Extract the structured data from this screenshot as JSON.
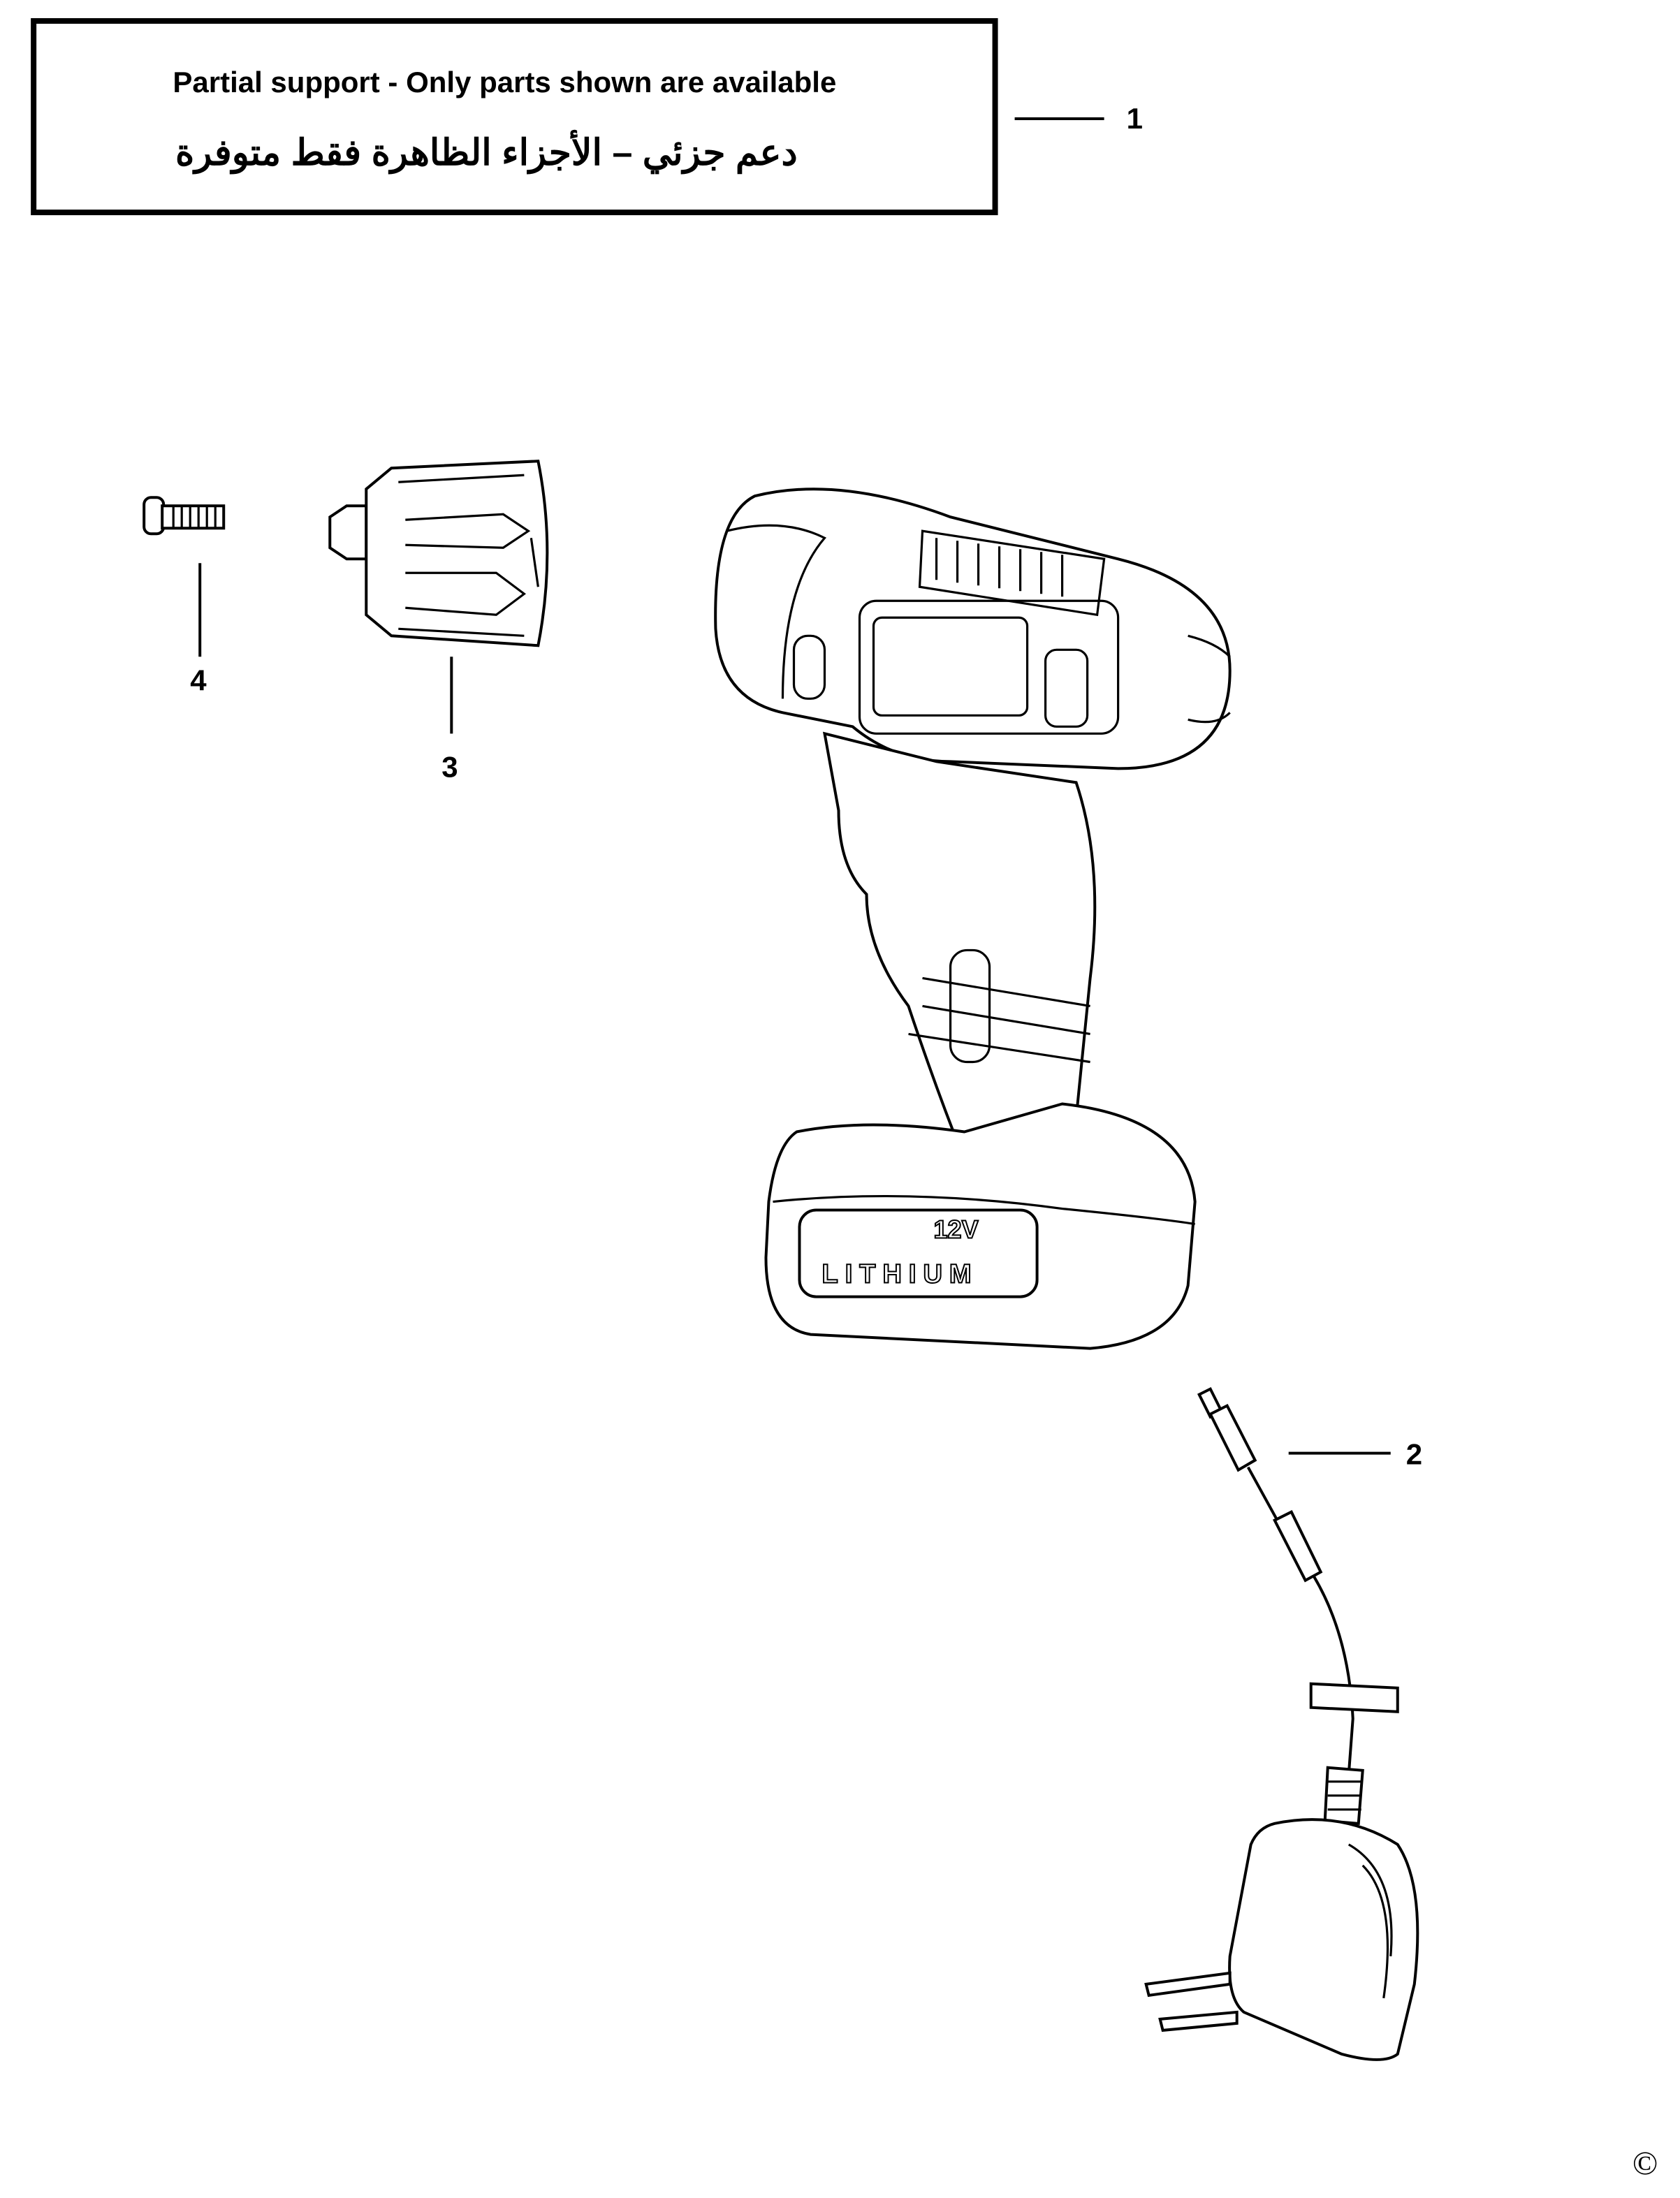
{
  "notice": {
    "english": "Partial support - Only parts shown are available",
    "arabic": "دعم جزئي – الأجزاء الظاهرة فقط متوفرة"
  },
  "callouts": [
    {
      "number": "1",
      "part": "notice"
    },
    {
      "number": "2",
      "part": "charger"
    },
    {
      "number": "3",
      "part": "chuck"
    },
    {
      "number": "4",
      "part": "screw"
    }
  ],
  "battery_label": {
    "voltage": "12V",
    "type": "LITHIUM"
  },
  "copyright_symbol": "©"
}
